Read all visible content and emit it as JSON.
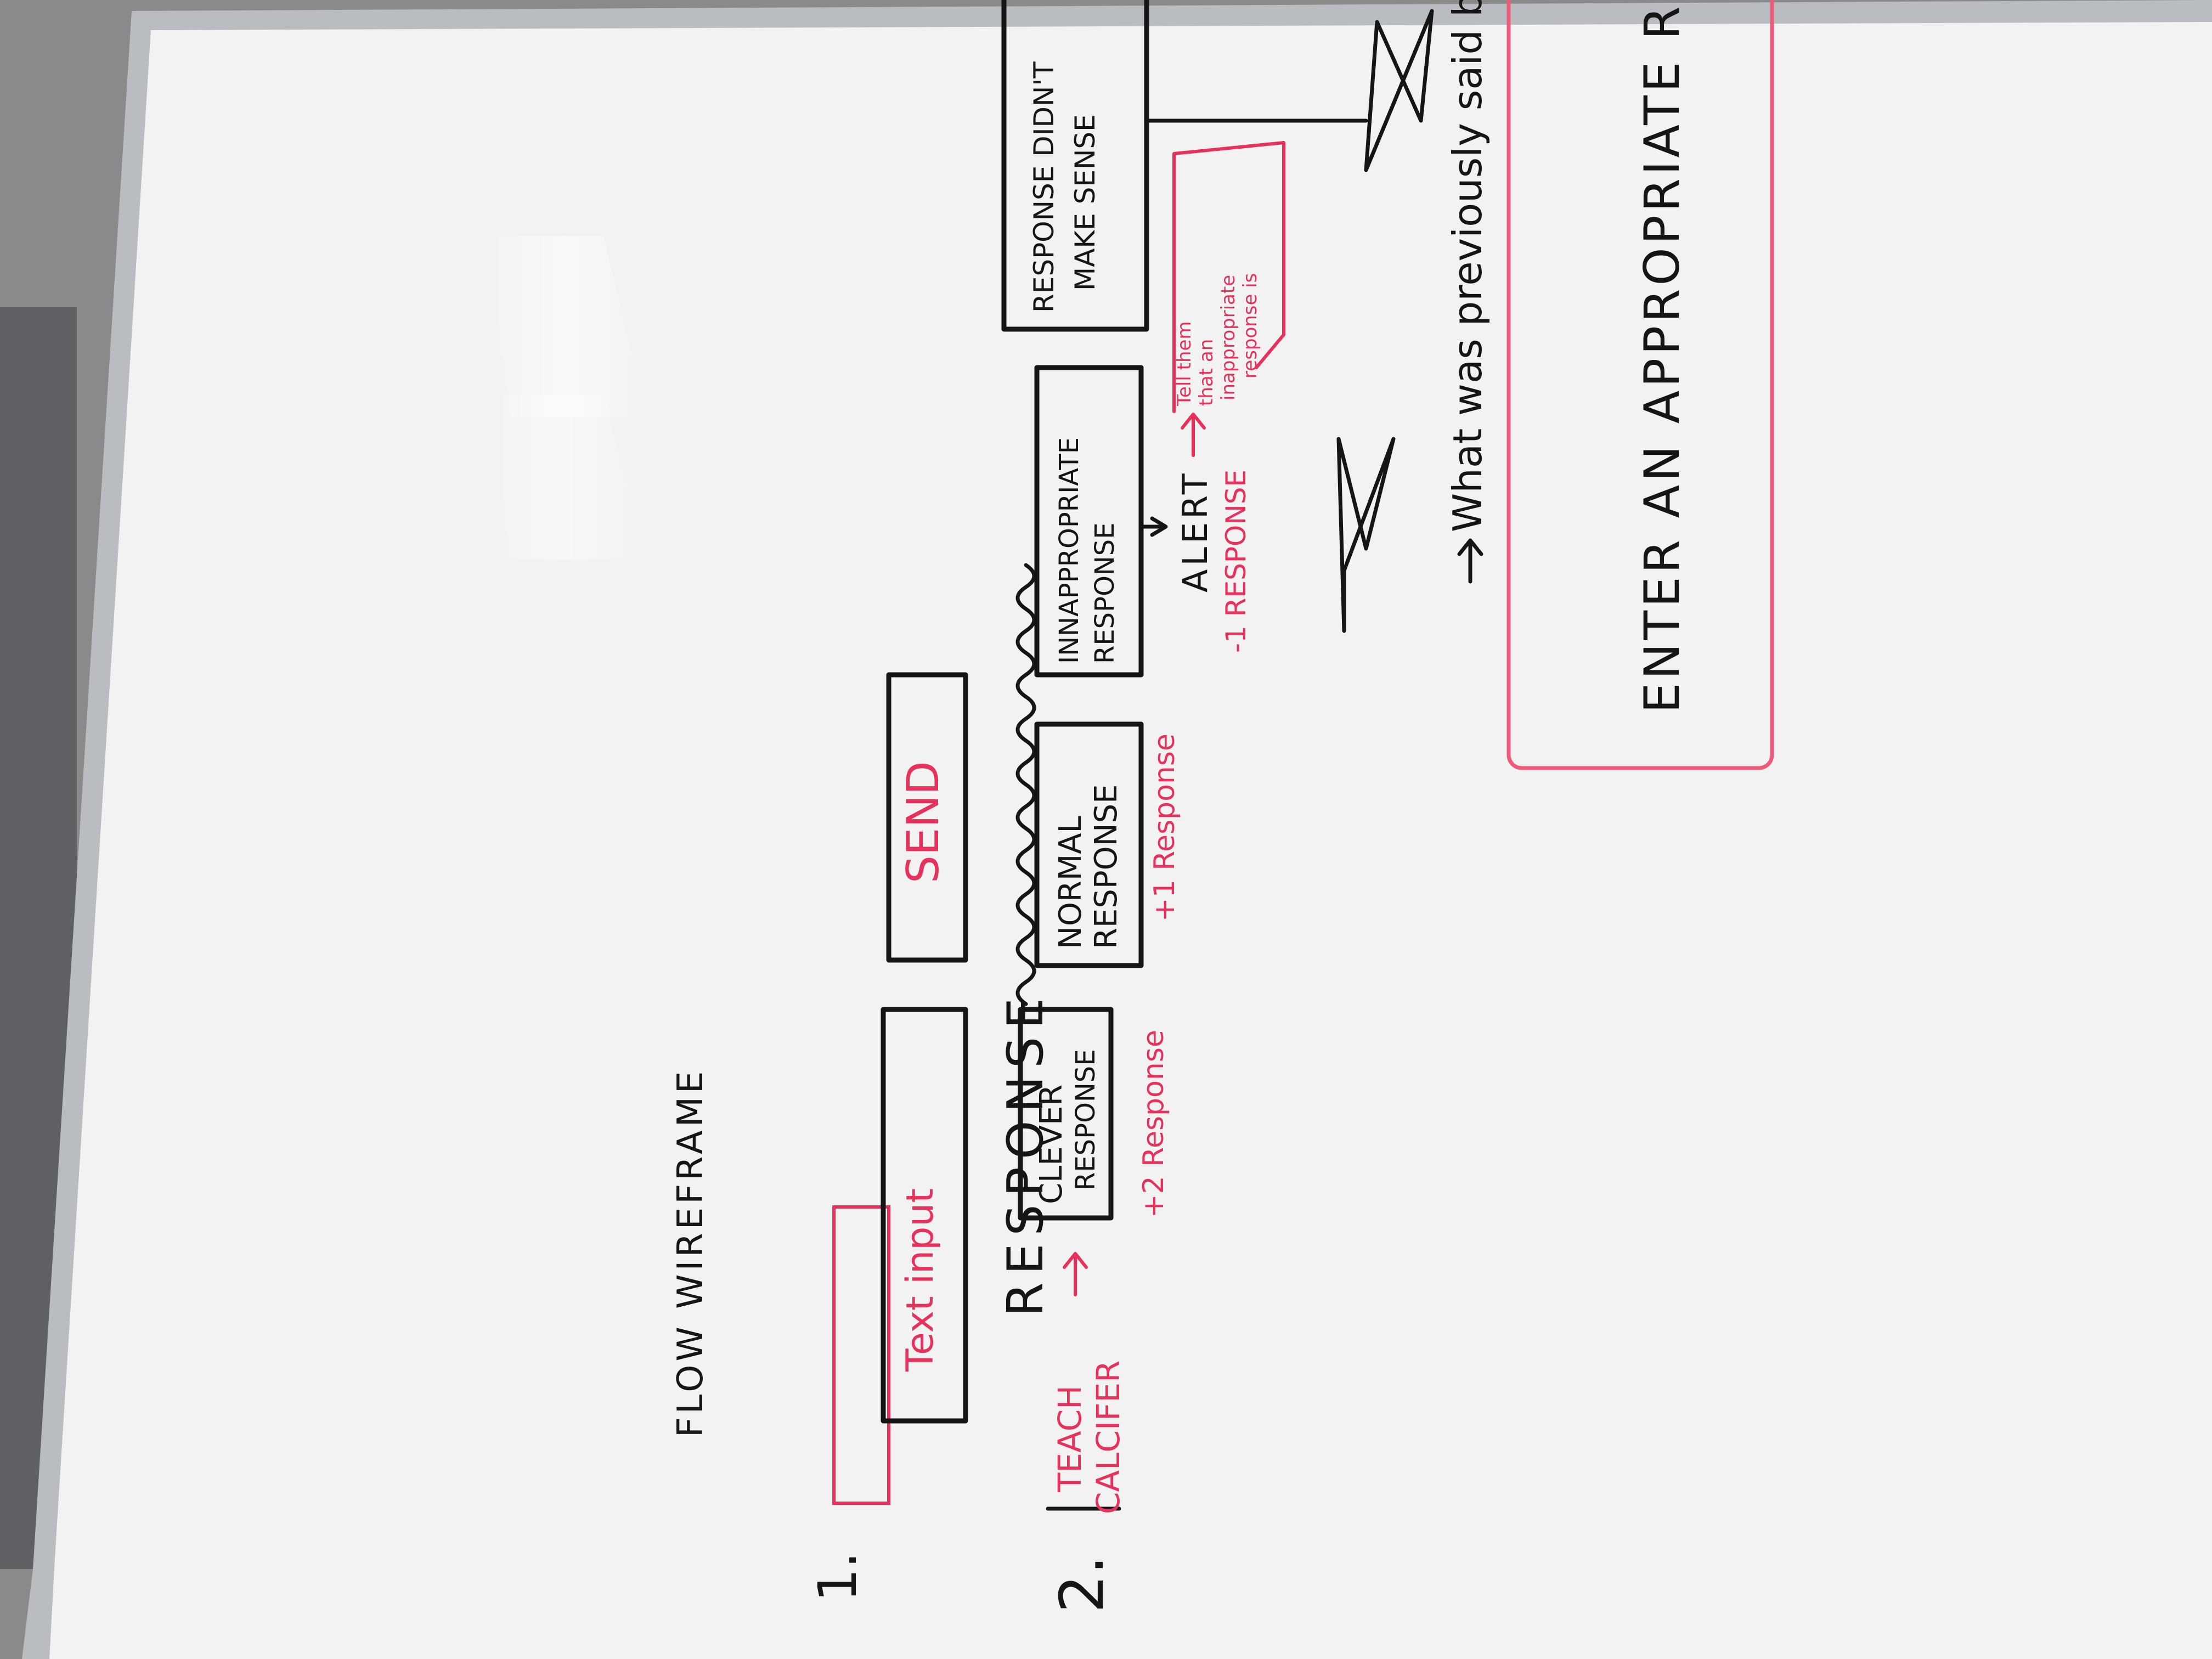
{
  "colors": {
    "board": "#f2f2f2",
    "frame": "#b9bcc1",
    "black_ink": "#151515",
    "red_ink": "#e8315a",
    "pink_ink": "#ee5a7a"
  },
  "whiteboard": {
    "title": "FLOW WIREFRAME",
    "step1": {
      "number": "1.",
      "text_input_label": "Text input",
      "send_button_label": "SEND"
    },
    "step2": {
      "number": "2.",
      "heading": "RESPONSE",
      "teach_line1": "TEACH",
      "teach_line2": "CALCIFER",
      "clever_line1": "CLEVER",
      "clever_line2": "RESPONSE",
      "normal_line1": "NORMAL",
      "normal_line2": "RESPONSE",
      "inappropriate_line1": "INNAPPROPRIATE",
      "inappropriate_line2": "RESPONSE",
      "senseless_line1": "RESPONSE DIDN'T",
      "senseless_line2": "MAKE SENSE",
      "clever_score": "+2 Response",
      "normal_score": "+1 Response",
      "alert_label": "ALERT",
      "alert_note_line1": "Tell them",
      "alert_note_line2": "that an",
      "alert_note_line3": "inappropriate",
      "alert_note_line4": "response is",
      "minus_response": "-1 RESPONSE",
      "what_was_said": "What was previously said by w",
      "enter_response": "ENTER AN APPROPRIATE RESPONSE"
    }
  }
}
